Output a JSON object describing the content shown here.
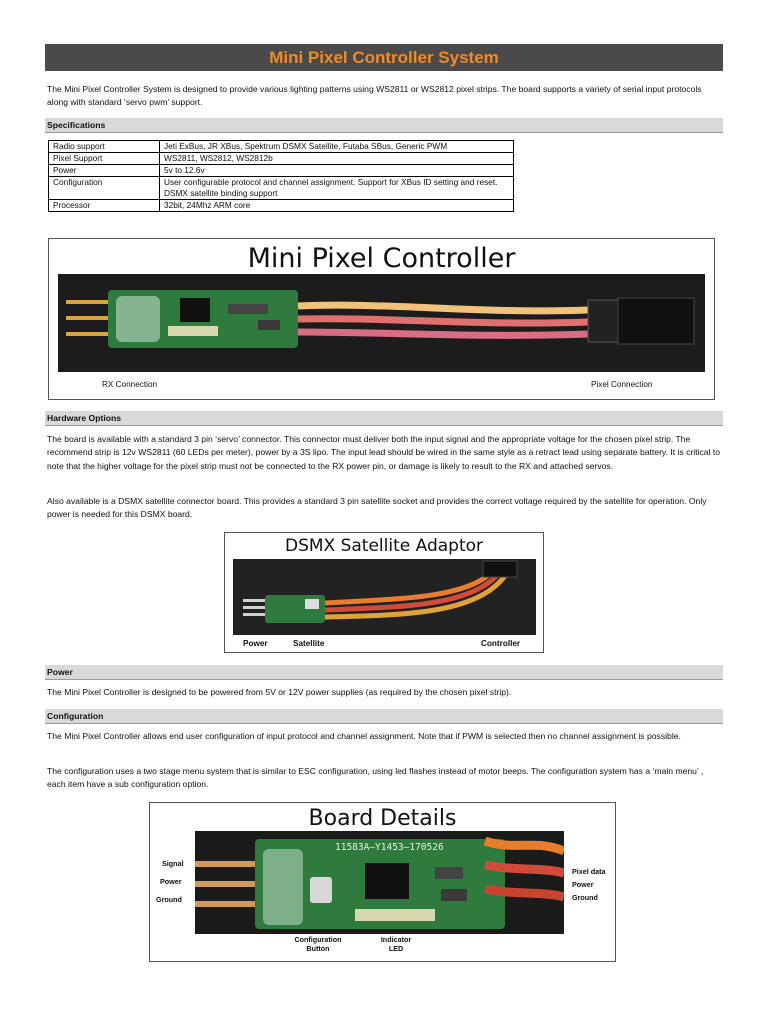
{
  "title": "Mini Pixel Controller System",
  "intro": "The Mini Pixel Controller System is designed to provide various lighting patterns using WS2811 or WS2812 pixel strips. The board supports a variety of serial input protocols along with standard ‘servo pwm’ support.",
  "specifications": {
    "heading": "Specifications",
    "rows": [
      {
        "label": "Radio support",
        "value": "Jeti ExBus, JR XBus, Spektrum DSMX Satellite, Futaba SBus, Generic PWM"
      },
      {
        "label": "Pixel Support",
        "value": "WS2811, WS2812, WS2812b"
      },
      {
        "label": "Power",
        "value": "5v to 12.6v"
      },
      {
        "label": "Configuration",
        "value": "User configurable protocol and channel assignment. Support for XBus ID setting and reset. DSMX satellite binding support"
      },
      {
        "label": "Processor",
        "value": "32bit, 24Mhz ARM core"
      }
    ]
  },
  "figure1": {
    "title": "Mini Pixel Controller",
    "left_label": "RX Connection",
    "right_label": "Pixel Connection"
  },
  "hardware": {
    "heading": "Hardware Options",
    "p1": "The board is available with a standard 3 pin ‘servo’ connector. This connector must deliver both the input signal and the appropriate voltage for the chosen pixel strip. The recommend strip is 12v WS2811 (60 LEDs per meter), power by a 3S lipo. The input lead should be wired in the same style as a retract lead using separate battery. It is critical to note that the higher voltage for the pixel strip must not be connected to the RX power pin, or damage is likely to result to the RX and attached servos.",
    "p2": "Also available is a DSMX satellite connector board. This provides a standard 3 pin satellite socket and provides the correct voltage required by the satellite for operation. Only power is needed for this DSMX board."
  },
  "figure2": {
    "title": "DSMX Satellite Adaptor",
    "label_power": "Power",
    "label_satellite": "Satellite",
    "label_controller": "Controller"
  },
  "power": {
    "heading": "Power",
    "p1": "The Mini Pixel Controller is designed to be powered from 5V or 12V power supplies (as required by the chosen pixel strip)."
  },
  "configuration": {
    "heading": "Configuration",
    "p1": "The Mini Pixel Controller allows end user configuration of input protocol and channel assignment. Note that if PWM is selected then no channel assignment is possible.",
    "p2": "The configuration uses a two stage menu system that is similar to ESC configuration, using led flashes instead of motor beeps. The configuration system has a ‘main menu’ , each item have a sub configuration option."
  },
  "figure3": {
    "title": "Board Details",
    "pcb_text": "11583A–Y1453–170526",
    "left_labels": [
      "Signal",
      "Power",
      "Ground"
    ],
    "right_labels": [
      "Pixel data",
      "Power",
      "Ground"
    ],
    "bottom_label1_line1": "Configuration",
    "bottom_label1_line2": "Button",
    "bottom_label2_line1": "Indicator",
    "bottom_label2_line2": "LED"
  }
}
